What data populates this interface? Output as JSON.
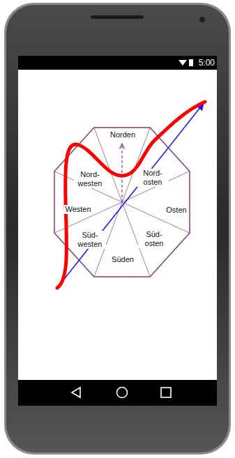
{
  "diagram": {
    "nodes": [
      {
        "text": [
          "Norden"
        ]
      },
      {
        "text": [
          "Nord- westen"
        ]
      },
      {
        "text": [
          "Nord- osten"
        ]
      },
      {
        "text": [
          "Westen"
        ]
      },
      {
        "text": [
          "Osten"
        ]
      },
      {
        "text": [
          "Süd- westen"
        ]
      },
      {
        "text": [
          "Süd- osten"
        ]
      },
      {
        "text": [
          "Süden"
        ]
      }
    ],
    "labels": [
      "5:00"
    ]
  }
}
